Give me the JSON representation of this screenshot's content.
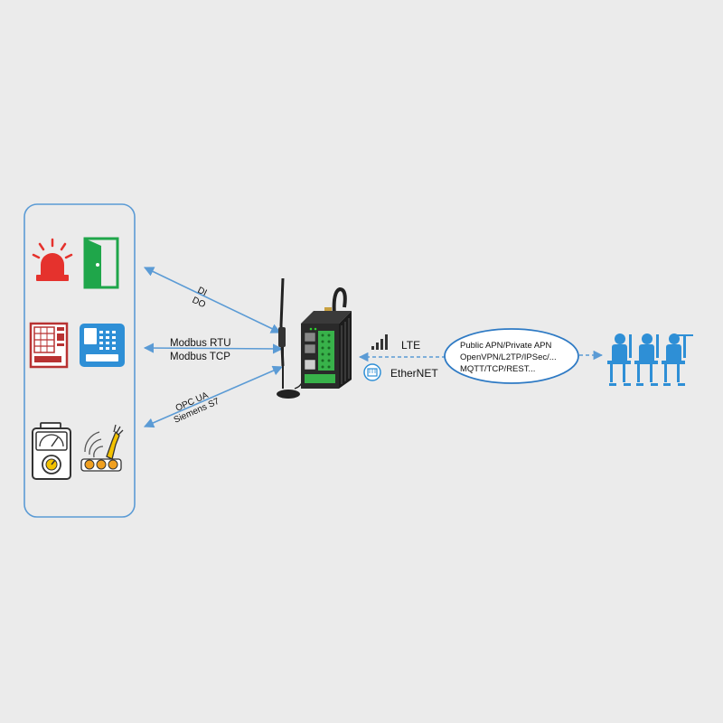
{
  "links": {
    "io": {
      "line1": "DI",
      "line2": "DO"
    },
    "modbus": {
      "line1": "Modbus RTU",
      "line2": "Modbus TCP"
    },
    "opc": {
      "line1": "OPC UA",
      "line2": "Siemens S7"
    }
  },
  "uplinks": {
    "lte": "LTE",
    "ethernet": "EtherNET"
  },
  "cloud": {
    "line1": "Public APN/Private APN",
    "line2": "OpenVPN/L2TP/IPSec/...",
    "line3": "MQTT/TCP/REST..."
  },
  "colors": {
    "accent": "#5b9bd5",
    "device_icon_blue": "#2e8fd6",
    "alarm_red": "#e5322d",
    "door_green": "#1fa64a",
    "background": "#ebebeb"
  }
}
